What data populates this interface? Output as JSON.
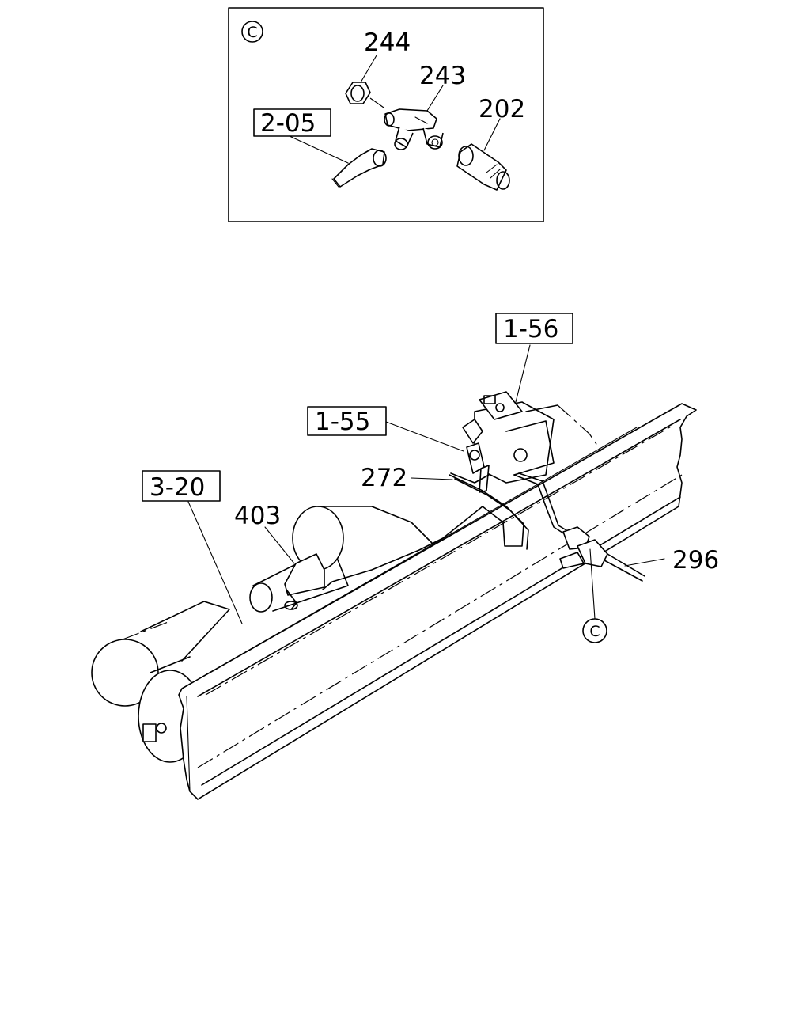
{
  "detail_panel": {
    "marker": "C",
    "callouts": [
      "244",
      "243",
      "202"
    ],
    "reference": "2-05"
  },
  "main_view": {
    "references": [
      "1-56",
      "1-55",
      "3-20"
    ],
    "callouts": [
      "272",
      "403",
      "296"
    ],
    "marker": "C"
  }
}
